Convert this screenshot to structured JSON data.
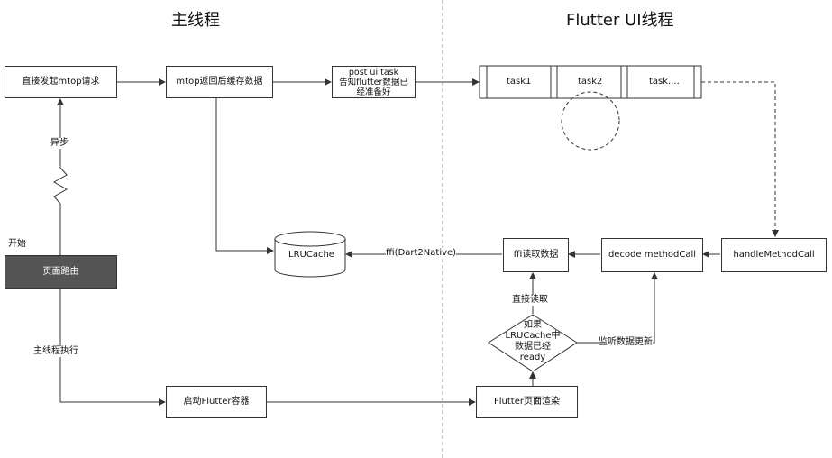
{
  "titles": {
    "main_thread": "主线程",
    "flutter_thread": "Flutter UI线程"
  },
  "nodes": {
    "direct_mtop": "直接发起mtop请求",
    "mtop_cache": "mtop返回后缓存数据",
    "post_task": "post ui task\n告知flutter数据已\n经准备好",
    "task1": "task1",
    "task2": "task2",
    "task3": "task....",
    "page_route": "页面路由",
    "lrucache": "LRUCache",
    "ffi_read": "ffi读取数据",
    "decode": "decode methodCall",
    "handle": "handleMethodCall",
    "decision": "如果\nLRUCache中\n数据已经\nready",
    "start_flutter": "启动Flutter容器",
    "flutter_render": "Flutter页面渲染"
  },
  "labels": {
    "async": "异步",
    "start": "开始",
    "main_exec": "主线程执行",
    "ffi_native": "ffi(Dart2Native)",
    "direct_read": "直接读取",
    "listen_update": "监听数据更新"
  },
  "colors": {
    "line": "#333333",
    "dark_box": "#555555",
    "divider": "#999999"
  }
}
